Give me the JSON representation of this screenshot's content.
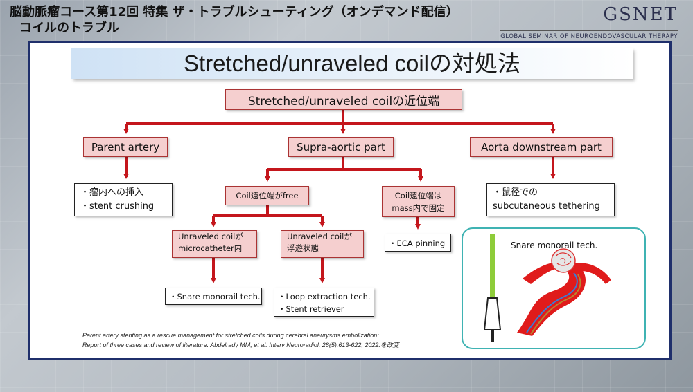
{
  "header": {
    "title_line1": "脳動脈瘤コース第12回 特集 ザ・トラブルシューティング（オンデマンド配信）",
    "title_line2": "コイルのトラブル",
    "logo_main": "GSNET",
    "logo_sub": "GLOBAL SEMINAR OF NEUROENDOVASCULAR THERAPY"
  },
  "slide": {
    "title": "Stretched/unraveled coilの対処法",
    "root": "Stretched/unraveled coilの近位端",
    "branches": {
      "parent": "Parent artery",
      "supra": "Supra-aortic part",
      "aorta": "Aorta downstream part"
    },
    "parent_actions": [
      "・瘤内への挿入",
      "・stent crushing"
    ],
    "aorta_actions": [
      "・鼠径での",
      "subcutaneous tethering"
    ],
    "coil_free": "Coil遠位端がfree",
    "coil_fixed_line1": "Coil遠位端は",
    "coil_fixed_line2": "mass内で固定",
    "eca": "・ECA pinning",
    "unraveled_micro_line1": "Unraveled coilが",
    "unraveled_micro_line2": "microcatheter内",
    "unraveled_float_line1": "Unraveled coilが",
    "unraveled_float_line2": "浮遊状態",
    "snare_action": "・Snare monorail tech.",
    "loop_action_line1": "・Loop extraction tech.",
    "loop_action_line2": "・Stent retriever",
    "illustration_label": "Snare monorail tech.",
    "citation_line1": "Parent artery stenting as a rescue management for stretched coils during cerebral aneurysms embolization:",
    "citation_line2": "Report of three cases and review of literature. Abdelrady MM, et al. Interv Neuroradiol. 28(5):613-622, 2022.を改変"
  },
  "colors": {
    "arrow": "#c4161c",
    "pink_fill": "#f5cfcf",
    "frame": "#1f2f6b",
    "teal": "#3fb3b3"
  }
}
